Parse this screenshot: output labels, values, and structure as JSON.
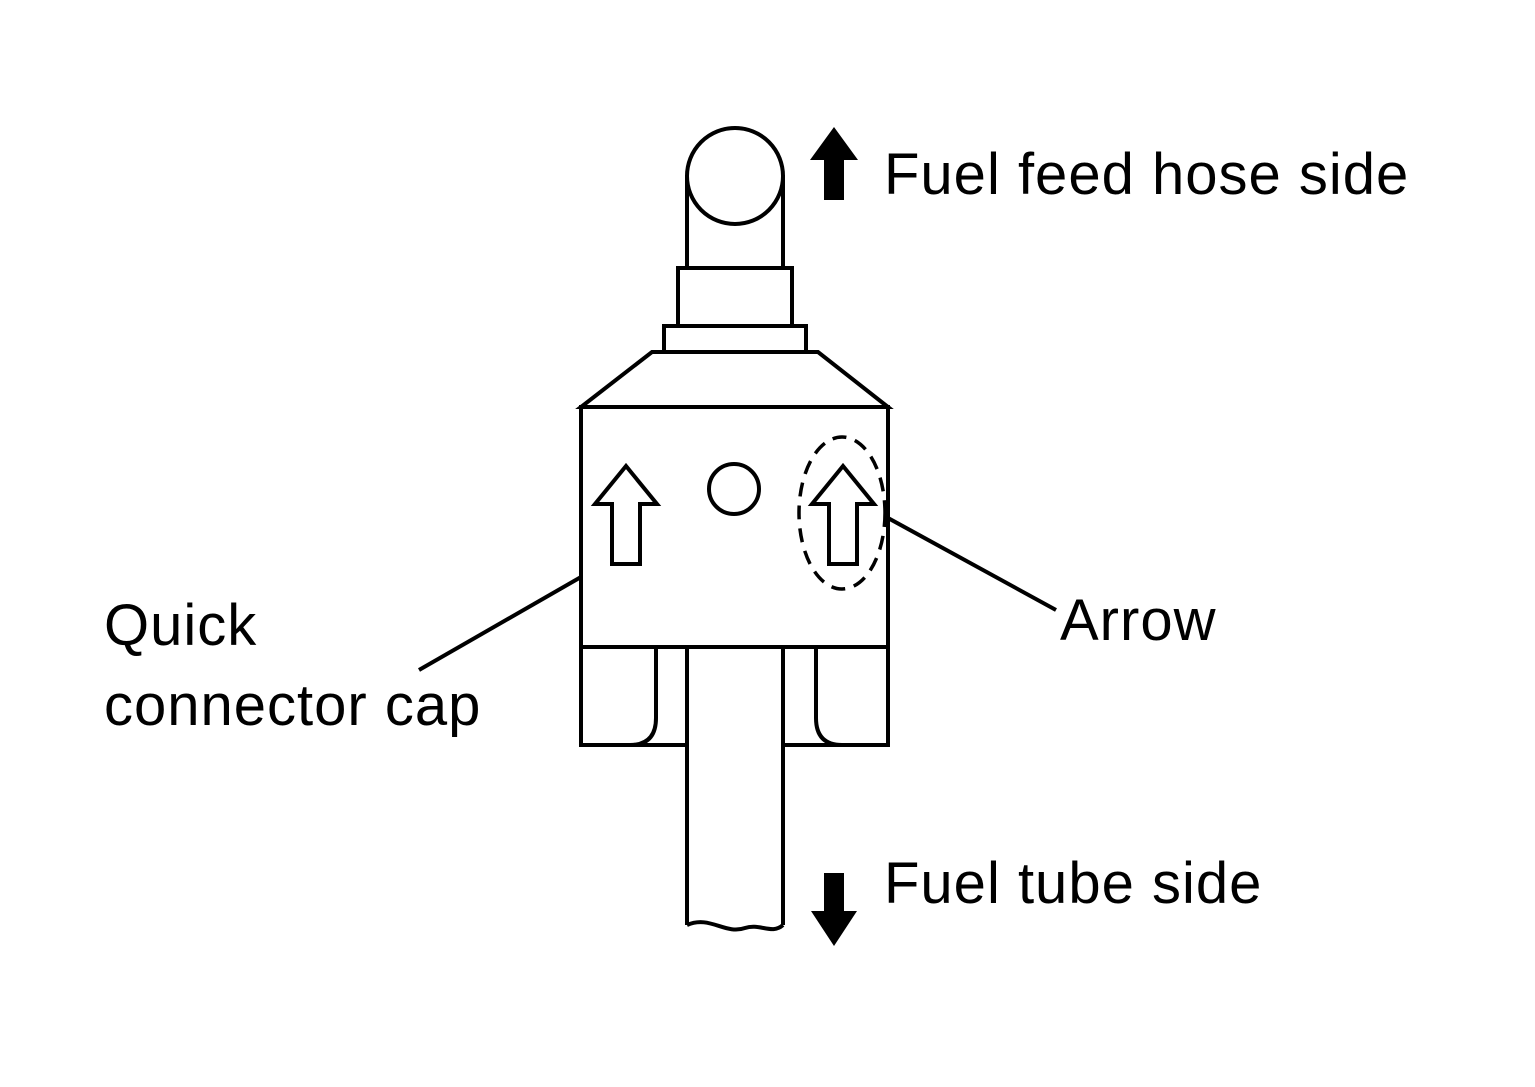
{
  "labels": {
    "fuel_feed_hose_side": "Fuel feed hose side",
    "fuel_tube_side": "Fuel tube side",
    "arrow": "Arrow",
    "quick_connector_cap_line1": "Quick",
    "quick_connector_cap_line2": "connector cap"
  },
  "colors": {
    "stroke": "#000000",
    "background": "#ffffff"
  }
}
